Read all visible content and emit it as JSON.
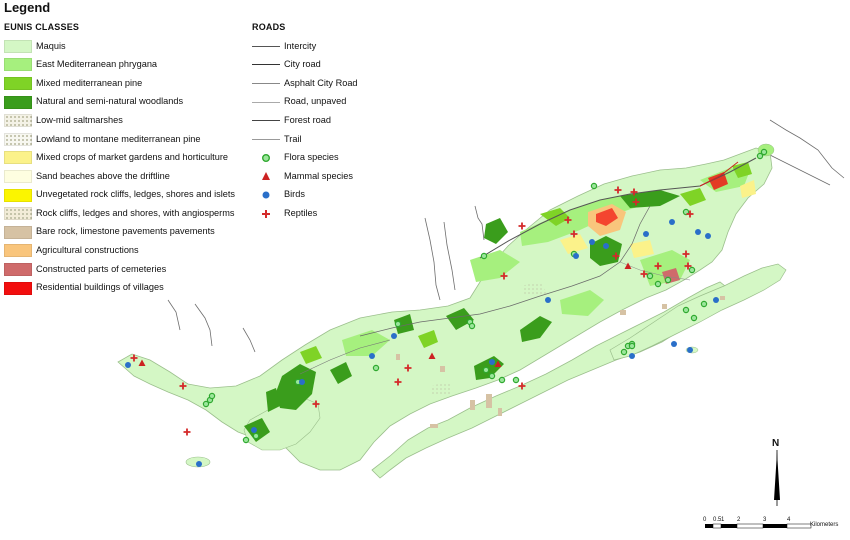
{
  "legend": {
    "title": "Legend",
    "eunis_heading": "EUNIS CLASSES",
    "roads_heading": "ROADS",
    "eunis_classes": [
      {
        "label": "Maquis",
        "color": "#d4f7c5",
        "pattern": "solid"
      },
      {
        "label": "East Mediterranean phrygana",
        "color": "#a6f07e",
        "pattern": "solid"
      },
      {
        "label": "Mixed mediterranean pine",
        "color": "#7fd326",
        "pattern": "solid"
      },
      {
        "label": "Natural and semi-natural woodlands",
        "color": "#3a9d1c",
        "pattern": "solid"
      },
      {
        "label": "Low-mid saltmarshes",
        "color": "#f4f2e6",
        "pattern": "dotted"
      },
      {
        "label": "Lowland to montane mediterranean pine",
        "color": "#f7f7f0",
        "pattern": "dotted"
      },
      {
        "label": "Mixed crops of market gardens and horticulture",
        "color": "#fbf28a",
        "pattern": "solid"
      },
      {
        "label": "Sand beaches above the driftline",
        "color": "#fefee0",
        "pattern": "solid"
      },
      {
        "label": "Unvegetated rock cliffs, ledges, shores and islets",
        "color": "#fbf500",
        "pattern": "solid"
      },
      {
        "label": "Rock cliffs, ledges and shores, with angiosperms",
        "color": "#f2ecd8",
        "pattern": "dotted"
      },
      {
        "label": "Bare rock, limestone pavements pavements",
        "color": "#d6c2a4",
        "pattern": "solid"
      },
      {
        "label": "Agricultural constructions",
        "color": "#f9c57c",
        "pattern": "solid"
      },
      {
        "label": "Constructed parts of cemeteries",
        "color": "#cf6b6b",
        "pattern": "solid"
      },
      {
        "label": "Residential buildings of villages",
        "color": "#f20e0e",
        "pattern": "solid"
      }
    ],
    "roads": [
      {
        "label": "Intercity",
        "color": "#555555",
        "style": "solid-thick"
      },
      {
        "label": "City road",
        "color": "#333333",
        "style": "solid"
      },
      {
        "label": "Asphalt City Road",
        "color": "#888888",
        "style": "solid"
      },
      {
        "label": "Road, unpaved",
        "color": "#aaaaaa",
        "style": "solid-thin"
      },
      {
        "label": "Forest road",
        "color": "#444444",
        "style": "solid"
      },
      {
        "label": "Trail",
        "color": "#999999",
        "style": "solid-thin"
      }
    ],
    "species": [
      {
        "label": "Flora species",
        "symbol": "flora",
        "color": "#2fa82f"
      },
      {
        "label": "Mammal species",
        "symbol": "triangle",
        "color": "#cc2222"
      },
      {
        "label": "Birds",
        "symbol": "circle",
        "color": "#2a6fc9"
      },
      {
        "label": "Reptiles",
        "symbol": "cross",
        "color": "#d42a2a"
      }
    ]
  },
  "north_label": "N",
  "scale_bar": {
    "ticks": [
      "0",
      "0.5",
      "1",
      "2",
      "3",
      "4"
    ],
    "unit": "Kilometers"
  }
}
